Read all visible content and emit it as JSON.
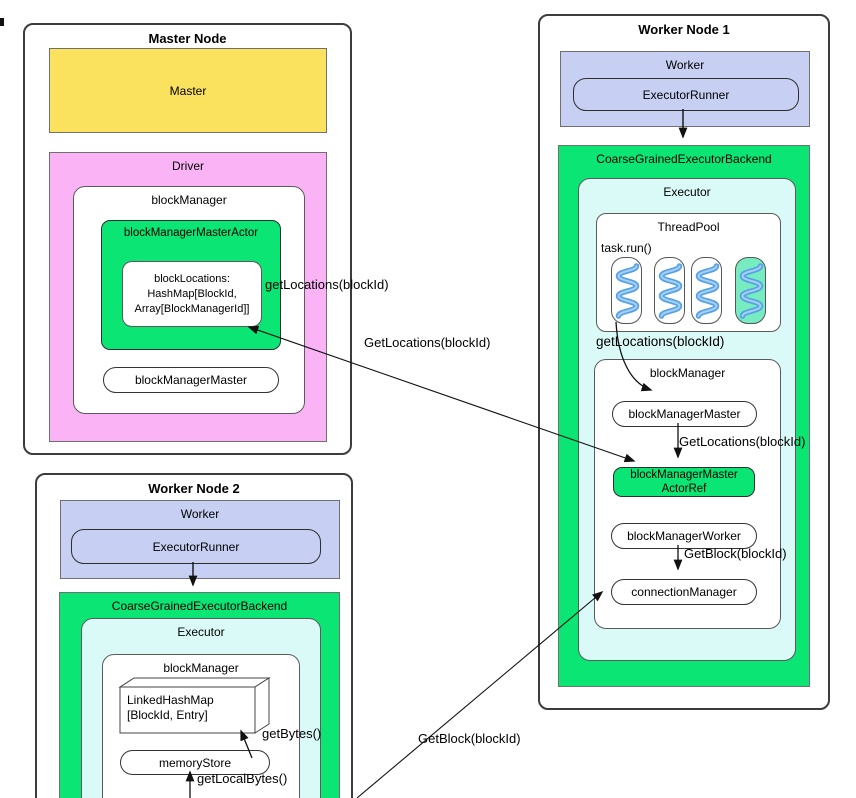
{
  "diagram": {
    "master_node": {
      "title": "Master Node",
      "master_label": "Master",
      "driver_label": "Driver",
      "block_manager_label": "blockManager",
      "block_manager_master_actor_label": "blockManagerMasterActor",
      "block_locations_lines": [
        "blockLocations:",
        "HashMap[BlockId,",
        "Array[BlockManagerId]]"
      ],
      "block_manager_master_label": "blockManagerMaster"
    },
    "worker_node_1": {
      "title": "Worker Node 1",
      "worker_label": "Worker",
      "executor_runner_label": "ExecutorRunner",
      "backend_label": "CoarseGrainedExecutorBackend",
      "executor_label": "Executor",
      "thread_pool_label": "ThreadPool",
      "task_run_label": "task.run()",
      "block_manager_label": "blockManager",
      "block_manager_master_label": "blockManagerMaster",
      "actor_ref_lines": [
        "blockManagerMaster",
        "ActorRef"
      ],
      "block_manager_worker_label": "blockManagerWorker",
      "connection_manager_label": "connectionManager"
    },
    "worker_node_2": {
      "title": "Worker Node 2",
      "worker_label": "Worker",
      "executor_runner_label": "ExecutorRunner",
      "backend_label": "CoarseGrainedExecutorBackend",
      "executor_label": "Executor",
      "block_manager_label": "blockManager",
      "linked_hash_map_lines": [
        "LinkedHashMap",
        "[BlockId, Entry]"
      ],
      "memory_store_label": "memoryStore"
    },
    "messages": {
      "get_locations_lower_master": "getLocations(blockId)",
      "get_locations_upper_master": "GetLocations(blockId)",
      "get_locations_lower_worker1": "getLocations(blockId)",
      "get_locations_upper_worker1": "GetLocations(blockId)",
      "get_block_worker1": "GetBlock(blockId)",
      "get_block_middle": "GetBlock(blockId)",
      "get_bytes": "getBytes()",
      "get_local_bytes": "getLocalBytes()"
    },
    "colors": {
      "master_yellow": "#FAE15E",
      "driver_pink": "#FAB4F5",
      "actor_green": "#0AE573",
      "worker_lavender": "#C7D0F3",
      "executor_cyan": "#DAFAF7",
      "thread_mint": "#76ECC0",
      "thread_blue": "#55A1E9",
      "border_dark": "#3C3C3C"
    }
  }
}
